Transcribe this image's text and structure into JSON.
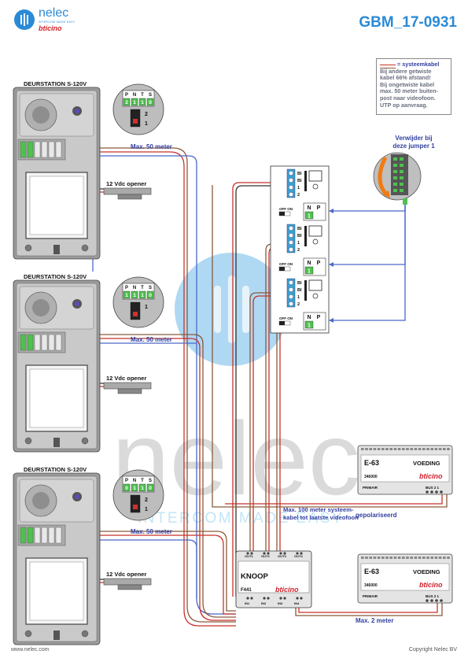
{
  "header": {
    "brand_name": "nelec",
    "brand_tagline": "INTERCOM MADE EASY",
    "partner_brand": "bticino",
    "doc_number": "GBM_17-0931"
  },
  "legend": {
    "key": "= systeemkabel",
    "lines": [
      "Bij andere getwiste",
      "kabel 66% afstand!",
      "Bij ongetwiste kabel",
      "max. 50 meter buiten-",
      "post naar videofoon.",
      "UTP op aanvraag."
    ]
  },
  "jumper_note": {
    "line1": "Verwijder bij",
    "line2": "deze jumper 1"
  },
  "door_stations": [
    {
      "title": "DEURSTATION S-120V",
      "distance": "Max. 50 meter",
      "opener": "12 Vdc opener",
      "dip": {
        "headers": [
          "P",
          "N",
          "T",
          "S"
        ],
        "values": [
          "2",
          "1",
          "1",
          "0"
        ]
      },
      "switch_labels": [
        "2",
        "1"
      ]
    },
    {
      "title": "DEURSTATION S-120V",
      "distance": "Max. 50 meter",
      "opener": "12 Vdc opener",
      "dip": {
        "headers": [
          "P",
          "N",
          "T",
          "S"
        ],
        "values": [
          "1",
          "1",
          "1",
          "0"
        ]
      },
      "switch_labels": [
        "1"
      ]
    },
    {
      "title": "DEURSTATION S-120V",
      "distance": "Max. 50 meter",
      "opener": "12 Vdc opener",
      "dip": {
        "headers": [
          "P",
          "N",
          "T",
          "S"
        ],
        "values": [
          "0",
          "1",
          "1",
          "0"
        ]
      },
      "switch_labels": [
        "2",
        "1"
      ]
    }
  ],
  "videophones": [
    {
      "terminals": [
        "BI",
        "BI",
        "1",
        "2"
      ],
      "switch": "OFF ON",
      "np_headers": [
        "N",
        "P"
      ],
      "np_value": "1"
    },
    {
      "terminals": [
        "BI",
        "BI",
        "1",
        "2"
      ],
      "switch": "OFF ON",
      "np_headers": [
        "N",
        "P"
      ],
      "np_value": "1"
    },
    {
      "terminals": [
        "BI",
        "BI",
        "1",
        "2"
      ],
      "switch": "OFF ON",
      "np_headers": [
        "N",
        "P"
      ],
      "np_value": "1"
    }
  ],
  "power_supplies": [
    {
      "model": "E-63",
      "label": "VOEDING",
      "code": "346000",
      "brand": "bticino",
      "left_terms": "PRIMAIR",
      "right_terms": "BUS 2 1"
    },
    {
      "model": "E-63",
      "label": "VOEDING",
      "code": "346000",
      "brand": "bticino",
      "left_terms": "PRIMAIR",
      "right_terms": "BUS 2 1"
    }
  ],
  "knoop": {
    "title": "KNOOP",
    "code": "F441",
    "brand": "bticino",
    "outs": [
      "OUT1",
      "OUT2",
      "OUT3",
      "OUT4"
    ],
    "ins": [
      "IN1",
      "IN2",
      "IN3",
      "IN4"
    ]
  },
  "labels": {
    "polarity": "gepolariseerd",
    "system_cable": "Max. 100 meter systeem-",
    "system_cable_2": "kabel tot laatste videofoon",
    "supply_distance": "Max. 2 meter"
  },
  "watermark": {
    "word": "nelec",
    "tagline": "INTERCOM MADE EASY"
  },
  "footer": {
    "left": "www.nelec.com",
    "right": "Copyright Nelec BV"
  },
  "colors": {
    "brand_blue": "#2a8ad6",
    "label_blue": "#3340a0",
    "cable_red": "#c8322a",
    "cable_blue": "#4a68c8",
    "cable_brown": "#8a5a3a"
  }
}
